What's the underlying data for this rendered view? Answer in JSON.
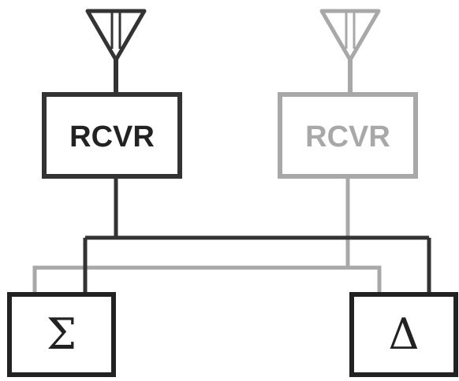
{
  "receivers": [
    {
      "label": "RCVR"
    },
    {
      "label": "RCVR"
    }
  ],
  "outputs": {
    "sum_symbol": "Σ",
    "difference_symbol": "Δ"
  },
  "colors": {
    "dark_path": "#333333",
    "light_path": "#a8a8a8",
    "text": "#222222"
  }
}
